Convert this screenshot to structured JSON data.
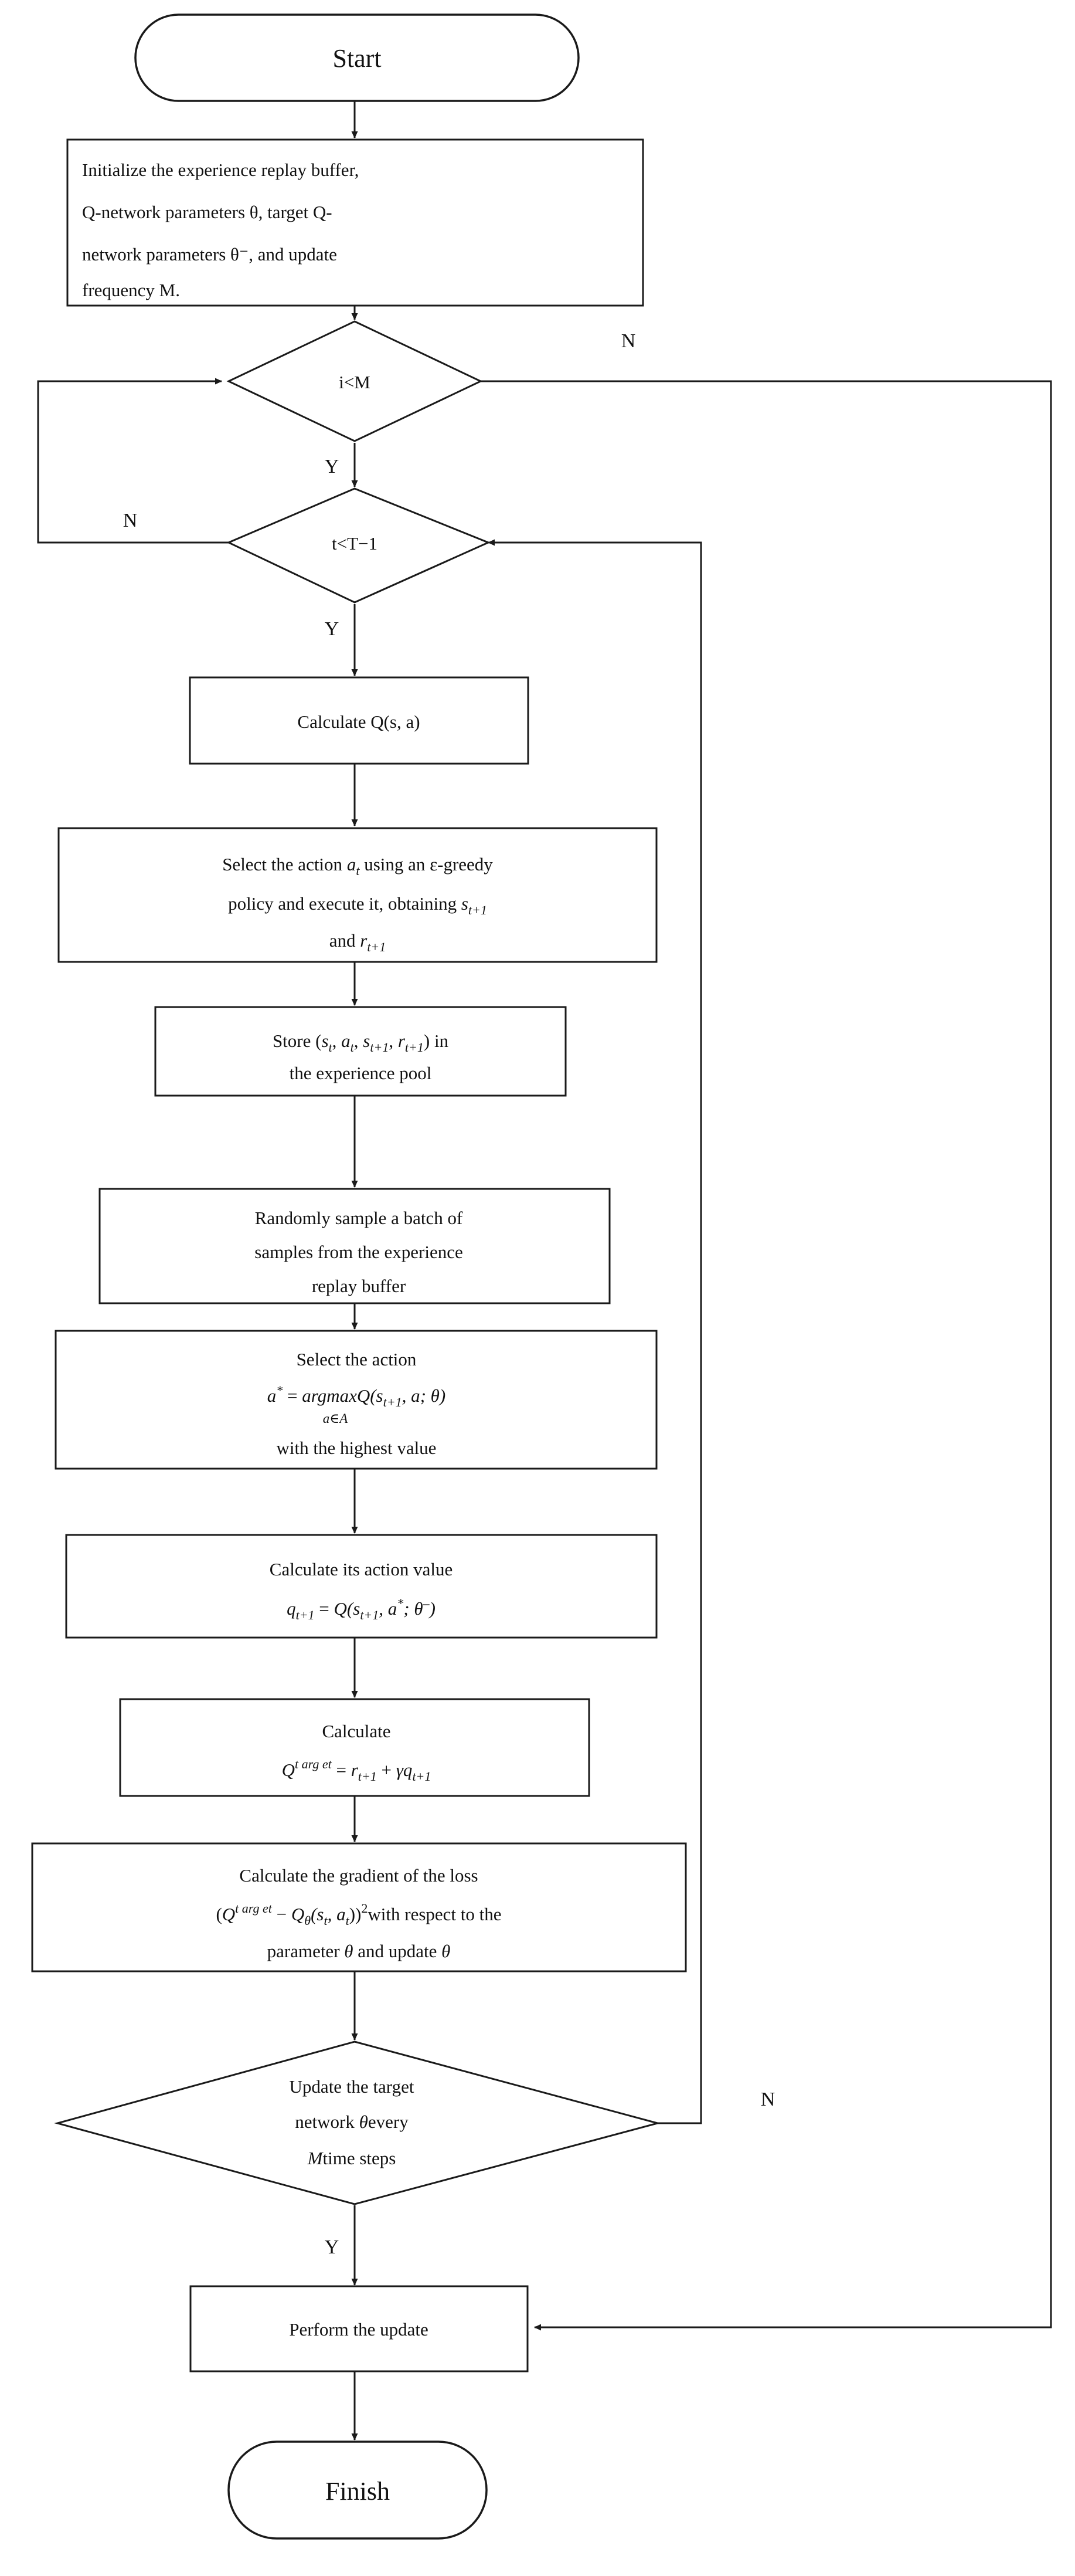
{
  "diagram": {
    "title": "DQN training flowchart",
    "colors": {
      "stroke": "#1a1a1a",
      "fill": "#ffffff",
      "text": "#111111"
    },
    "nodes": {
      "start": {
        "type": "terminator",
        "label": "Start"
      },
      "initialize": {
        "type": "process",
        "lines": [
          "Initialize the experience replay buffer,",
          "Q-network  parameters  θ,  target  Q-",
          "network  parameters  θ⁻,  and  update",
          "frequency M."
        ]
      },
      "decision_i_lt_m": {
        "type": "decision",
        "label": "i<M"
      },
      "decision_t_lt_t1": {
        "type": "decision",
        "label": "t<T−1"
      },
      "calculate_q": {
        "type": "process",
        "lines": [
          "Calculate Q(s, a)"
        ]
      },
      "select_action_epsilon": {
        "type": "process",
        "lines": [
          "Select the action aₜ using an ε-greedy",
          "policy and execute it, obtaining sₜ₊₁",
          "and rₜ₊₁"
        ]
      },
      "store_transition": {
        "type": "process",
        "lines": [
          "Store (sₜ, aₜ, sₜ₊₁, rₜ₊₁) in",
          "the experience pool"
        ]
      },
      "sample_batch": {
        "type": "process",
        "lines": [
          "Randomly sample a batch of",
          "samples from the experience",
          "replay buffer"
        ]
      },
      "select_argmax": {
        "type": "process",
        "lines": [
          "Select the action",
          "a* = argmaxQ(sₜ₊₁, a; θ)",
          "a∈A",
          "with the highest value"
        ]
      },
      "calc_action_value": {
        "type": "process",
        "lines": [
          "Calculate its action value",
          "qₜ₊₁ = Q(sₜ₊₁, a*; θ⁻)"
        ]
      },
      "calc_q_target": {
        "type": "process",
        "lines": [
          "Calculate",
          "Qᵗᵃʳᵍᵉᵗ = rₜ₊₁ + γqₜ₊₁"
        ]
      },
      "calc_gradient": {
        "type": "process",
        "lines": [
          "Calculate the gradient of the loss",
          "(Qᵗᵃʳᵍᵉᵗ − Qθ(sₜ, aₜ))²with respect to the",
          "parameter θ and update θ"
        ]
      },
      "decision_update_target": {
        "type": "decision",
        "lines": [
          "Update the target",
          "network θevery",
          "Mtime steps"
        ]
      },
      "perform_update": {
        "type": "process",
        "lines": [
          "Perform the update"
        ]
      },
      "finish": {
        "type": "terminator",
        "label": "Finish"
      }
    },
    "branch_labels": {
      "i_lt_m_no": "N",
      "i_lt_m_yes": "Y",
      "t_lt_t1_no": "N",
      "t_lt_t1_yes": "Y",
      "update_target_no": "N",
      "update_target_yes": "Y"
    },
    "math_fragments": {
      "theta": "θ",
      "theta_minus": "θ⁻",
      "epsilon": "ε",
      "gamma": "γ",
      "argmax": "argmax",
      "a_in_A": "a∈A",
      "q_target_sup": "t arg et",
      "a_star": "a*",
      "s_t": "s",
      "sub_t": "t",
      "sub_t1": "t+1"
    }
  }
}
